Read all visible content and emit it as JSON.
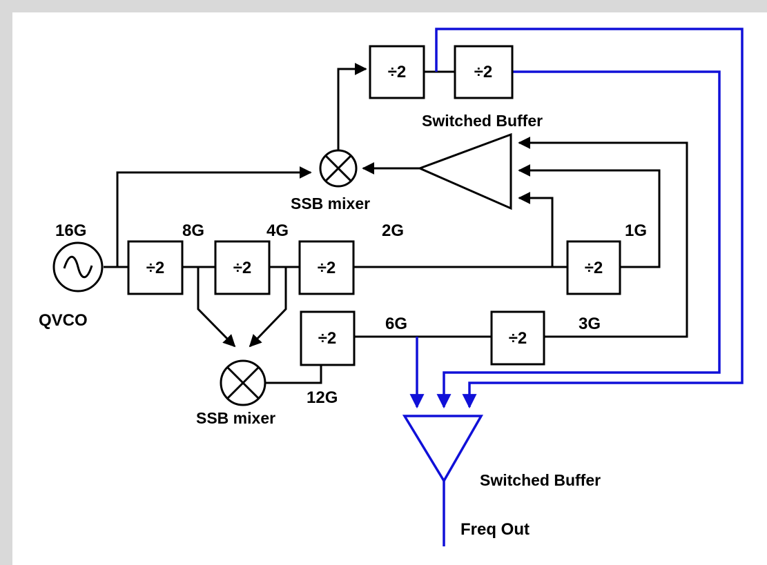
{
  "diagram": {
    "colors": {
      "line": "#000000",
      "output_path": "#1010d8",
      "frame": "#d9d9d9"
    },
    "oscillator": {
      "freq_label": "16G",
      "name_label": "QVCO",
      "icon": "sine-source-icon"
    },
    "dividers": {
      "div_a": "÷2",
      "div_b": "÷2",
      "div_c": "÷2",
      "div_d": "÷2",
      "div_e": "÷2",
      "div_f": "÷2",
      "div_g": "÷2",
      "div_h": "÷2"
    },
    "freq_labels": {
      "f8g": "8G",
      "f4g": "4G",
      "f2g": "2G",
      "f1g": "1G",
      "f6g": "6G",
      "f3g": "3G",
      "f12g": "12G"
    },
    "mixers": {
      "top_label": "SSB mixer",
      "bottom_label": "SSB mixer",
      "icon": "mixer-icon"
    },
    "buffers": {
      "top_label": "Switched Buffer",
      "bottom_label": "Switched Buffer"
    },
    "output": {
      "label": "Freq Out"
    }
  }
}
